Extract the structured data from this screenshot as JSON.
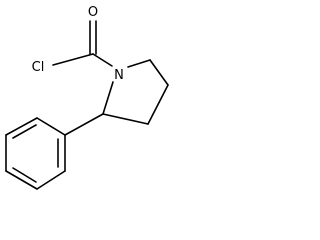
{
  "molecule": {
    "atoms": [
      {
        "id": "O",
        "label": "O"
      },
      {
        "id": "Cl",
        "label": "Cl"
      },
      {
        "id": "N",
        "label": "N"
      }
    ]
  }
}
